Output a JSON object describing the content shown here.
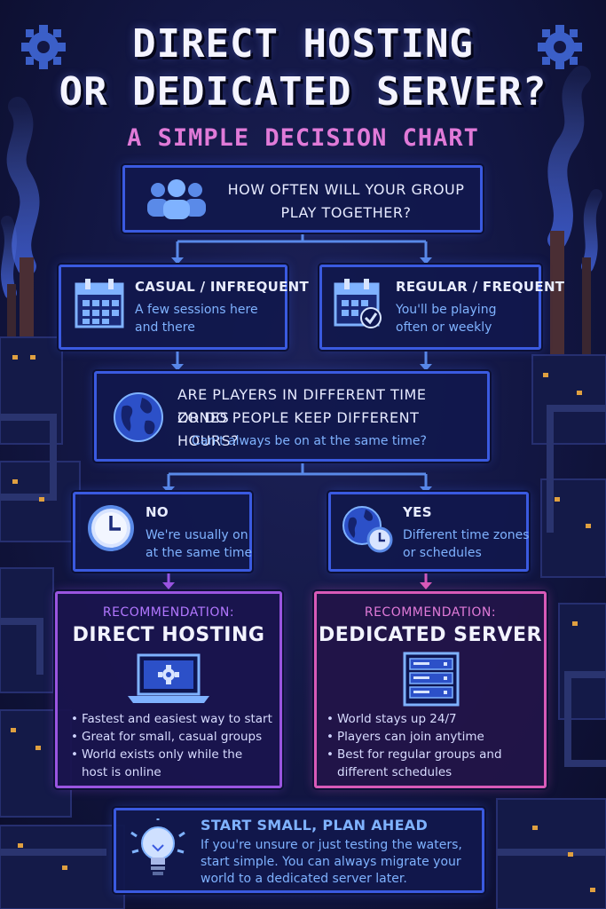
{
  "title_line1": "DIRECT HOSTING",
  "title_line2": "OR DEDICATED SERVER?",
  "subtitle": "A SIMPLE DECISION CHART",
  "q1": {
    "line1": "HOW OFTEN WILL YOUR GROUP",
    "line2": "PLAY TOGETHER?",
    "icon": "group-icon"
  },
  "casual": {
    "label": "CASUAL / INFREQUENT",
    "line1": "A few sessions here",
    "line2": "and there",
    "icon": "calendar-icon"
  },
  "regular": {
    "label": "REGULAR / FREQUENT",
    "line1": "You'll be playing",
    "line2": "often or weekly",
    "icon": "calendar-check-icon"
  },
  "q2": {
    "line1": "ARE PLAYERS IN DIFFERENT TIME ZONES",
    "line2": "OR DO PEOPLE KEEP DIFFERENT HOURS?",
    "sub": "Can't always be on at the same time?",
    "icon": "globe-icon"
  },
  "no": {
    "label": "NO",
    "line1": "We're usually on",
    "line2": "at the same time",
    "icon": "clock-icon"
  },
  "yes": {
    "label": "YES",
    "line1": "Different time zones",
    "line2": "or schedules",
    "icon": "globe-clock-icon"
  },
  "rec_direct": {
    "label": "RECOMMENDATION:",
    "title": "DIRECT HOSTING",
    "icon": "laptop-gear-icon",
    "bullets": [
      "Fastest and easiest way to start",
      "Great for small, casual groups",
      "World exists only while the",
      "host is online"
    ]
  },
  "rec_dedicated": {
    "label": "RECOMMENDATION:",
    "title": "DEDICATED SERVER",
    "icon": "server-rack-icon",
    "bullets": [
      "World stays up 24/7",
      "Players can join anytime",
      "Best for regular groups and",
      "different schedules"
    ]
  },
  "tip": {
    "title": "START SMALL, PLAN AHEAD",
    "line1": "If you're unsure or just testing the waters,",
    "line2": "start simple.  You can always migrate your",
    "line3": "world to a dedicated server later.",
    "icon": "lightbulb-icon"
  },
  "colors": {
    "accent_blue": "#3a5ae0",
    "accent_purple": "#9a55e0",
    "accent_pink": "#d85ab8",
    "text_blue": "#7fb2ff",
    "subtitle_pink": "#e07ad8"
  }
}
